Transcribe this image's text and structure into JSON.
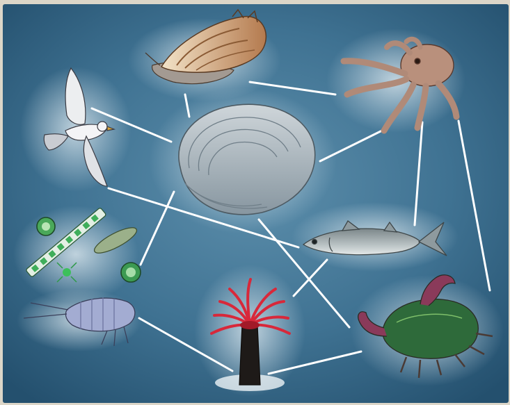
{
  "diagram": {
    "type": "food-web",
    "background_color": "#3d6f8e",
    "link_color": "#ffffff",
    "organisms": [
      {
        "id": "whelk",
        "icon": "whelk-shell-icon",
        "color": "#c9a27a"
      },
      {
        "id": "octopus",
        "icon": "octopus-icon",
        "color": "#b08a78"
      },
      {
        "id": "gull",
        "icon": "seagull-icon",
        "color": "#e8e8ea"
      },
      {
        "id": "clam",
        "icon": "clam-shell-icon",
        "color": "#9aa8b0"
      },
      {
        "id": "fish",
        "icon": "fish-icon",
        "color": "#8e9a9e"
      },
      {
        "id": "phytoplankton",
        "icon": "phytoplankton-icon",
        "color": "#3fae5a"
      },
      {
        "id": "zooplankton",
        "icon": "shrimp-icon",
        "color": "#9aa6c8"
      },
      {
        "id": "anemone",
        "icon": "sea-anemone-icon",
        "color": "#d8283a"
      },
      {
        "id": "crab",
        "icon": "crab-icon",
        "color": "#2e6a3a"
      }
    ],
    "links": [
      [
        "whelk",
        "clam"
      ],
      [
        "whelk",
        "octopus"
      ],
      [
        "gull",
        "clam"
      ],
      [
        "gull",
        "fish"
      ],
      [
        "octopus",
        "clam"
      ],
      [
        "octopus",
        "fish"
      ],
      [
        "octopus",
        "crab"
      ],
      [
        "clam",
        "phytoplankton"
      ],
      [
        "clam",
        "crab"
      ],
      [
        "fish",
        "anemone"
      ],
      [
        "zooplankton",
        "anemone"
      ],
      [
        "anemone",
        "crab"
      ]
    ]
  }
}
